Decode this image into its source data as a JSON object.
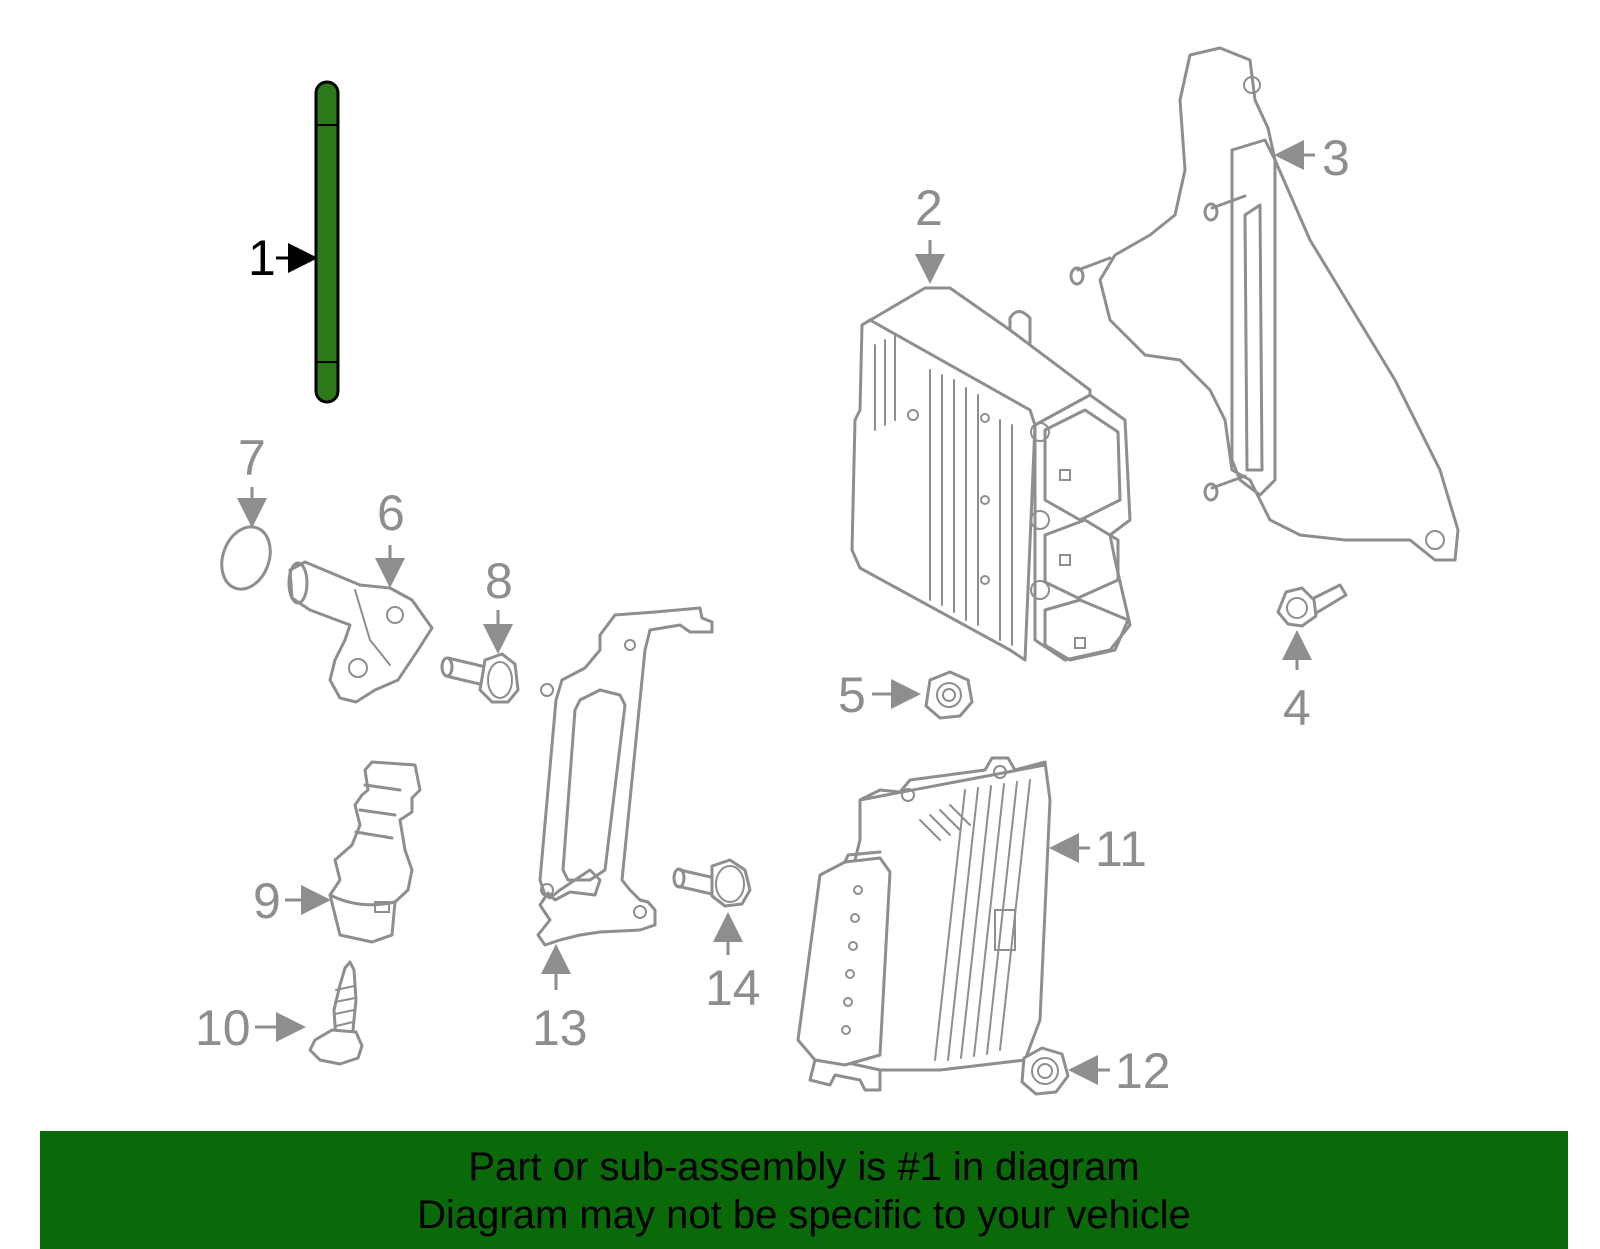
{
  "highlight_color": "#2a7a1a",
  "banner_color": "#0a6a0a",
  "callouts": {
    "c1": "1",
    "c2": "2",
    "c3": "3",
    "c4": "4",
    "c5": "5",
    "c6": "6",
    "c7": "7",
    "c8": "8",
    "c9": "9",
    "c10": "10",
    "c11": "11",
    "c12": "12",
    "c13": "13",
    "c14": "14"
  },
  "banner": {
    "line1": "Part or sub-assembly is #1 in diagram",
    "line2": "Diagram may not be specific to your vehicle"
  }
}
